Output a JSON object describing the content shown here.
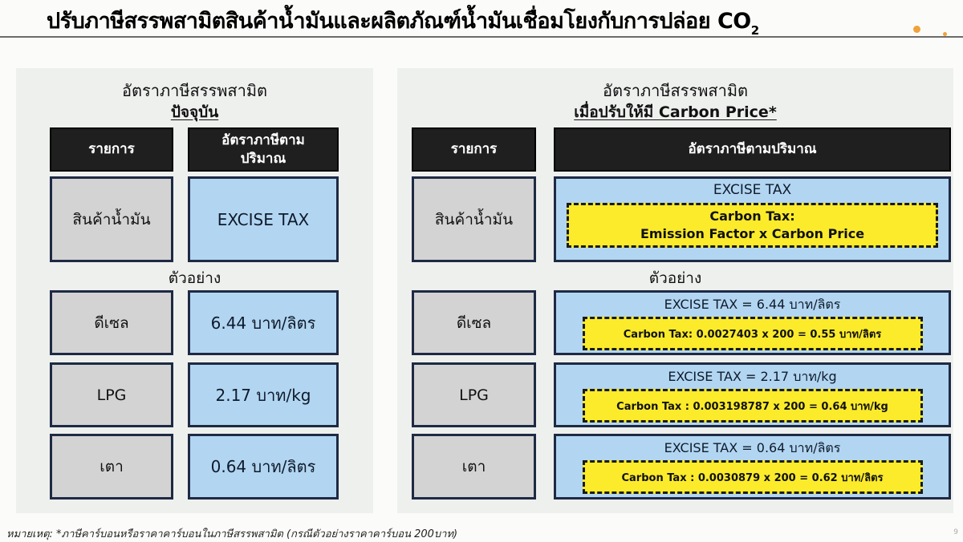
{
  "slide": {
    "title": "ปรับภาษีสรรพสามิตสินค้าน้ำมันและผลิตภัณฑ์น้ำมันเชื่อมโยงกับการปล่อย CO",
    "title_subscript": "2",
    "page_number": "9",
    "accent_color": "#f0a23a"
  },
  "left_panel": {
    "heading_line1": "อัตราภาษีสรรพสามิต",
    "heading_line2": "ปัจจุบัน",
    "columns": [
      "รายการ",
      "อัตราภาษีตาม ปริมาณ"
    ],
    "column_header_2_line1": "อัตราภาษีตาม",
    "column_header_2_line2": "ปริมาณ",
    "main_row": {
      "item": "สินค้าน้ำมัน",
      "rate": "EXCISE TAX"
    },
    "example_label": "ตัวอย่าง",
    "examples": [
      {
        "item": "ดีเซล",
        "rate": "6.44 บาท/ลิตร"
      },
      {
        "item": "LPG",
        "rate": "2.17 บาท/kg"
      },
      {
        "item": "เตา",
        "rate": "0.64 บาท/ลิตร"
      }
    ]
  },
  "right_panel": {
    "heading_line1": "อัตราภาษีสรรพสามิต",
    "heading_line2": "เมื่อปรับให้มี Carbon Price*",
    "columns": [
      "รายการ",
      "อัตราภาษีตามปริมาณ"
    ],
    "main_row": {
      "item": "สินค้าน้ำมัน",
      "excise": "EXCISE TAX",
      "carbon_line1": "Carbon Tax:",
      "carbon_line2": "Emission Factor x Carbon Price"
    },
    "example_label": "ตัวอย่าง",
    "examples": [
      {
        "item": "ดีเซล",
        "excise": "EXCISE TAX = 6.44 บาท/ลิตร",
        "carbon": "Carbon Tax: 0.0027403 x 200 = 0.55 บาท/ลิตร"
      },
      {
        "item": "LPG",
        "excise": "EXCISE TAX = 2.17 บาท/kg",
        "carbon": "Carbon Tax : 0.003198787 x 200 = 0.64 บาท/kg"
      },
      {
        "item": "เตา",
        "excise": "EXCISE TAX = 0.64 บาท/ลิตร",
        "carbon": "Carbon Tax : 0.0030879 x 200 = 0.62 บาท/ลิตร"
      }
    ]
  },
  "footnote": "หมายเหตุ: *ภาษีคาร์บอนหรือราคาคาร์บอนในภาษีสรรพสามิต (กรณีตัวอย่างราคาคาร์บอน 200บาท)"
}
